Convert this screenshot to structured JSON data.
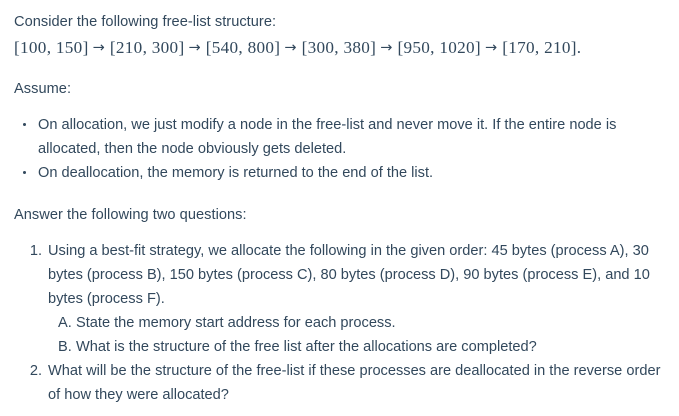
{
  "document": {
    "text_color": "#32485c",
    "background_color": "#ffffff",
    "intro": "Consider the following free-list structure:",
    "free_list": {
      "nodes": [
        "[100, 150]",
        "[210, 300]",
        "[540, 800]",
        "[300, 380]",
        "[950, 1020]",
        "[170, 210]"
      ],
      "separator": "→",
      "terminator": ".",
      "full_text": "[100, 150] → [210, 300] → [540, 800] → [300, 380] → [950, 1020] → [170, 210]."
    },
    "assume_heading": "Assume:",
    "assumptions": [
      "On allocation, we just modify a node in the free-list and never move it. If the entire node is allocated, then the node obviously gets deleted.",
      "On deallocation, the memory is returned to the end of the list."
    ],
    "answer_heading": "Answer the following two questions:",
    "questions": [
      {
        "marker": "1.",
        "text": "Using a best-fit strategy, we allocate the following in the given order: 45 bytes (process A), 30 bytes (process B), 150 bytes (process C), 80 bytes (process D), 90 bytes (process E), and 10 bytes (process F).",
        "sub_items": [
          {
            "marker": "A.",
            "text": "State the memory start address for each process."
          },
          {
            "marker": "B.",
            "text": "What is the structure of the free list after the allocations are completed?"
          }
        ]
      },
      {
        "marker": "2.",
        "text": "What will be the structure of the free-list if these processes are deallocated in the reverse order of how they were allocated?",
        "sub_items": []
      }
    ]
  }
}
